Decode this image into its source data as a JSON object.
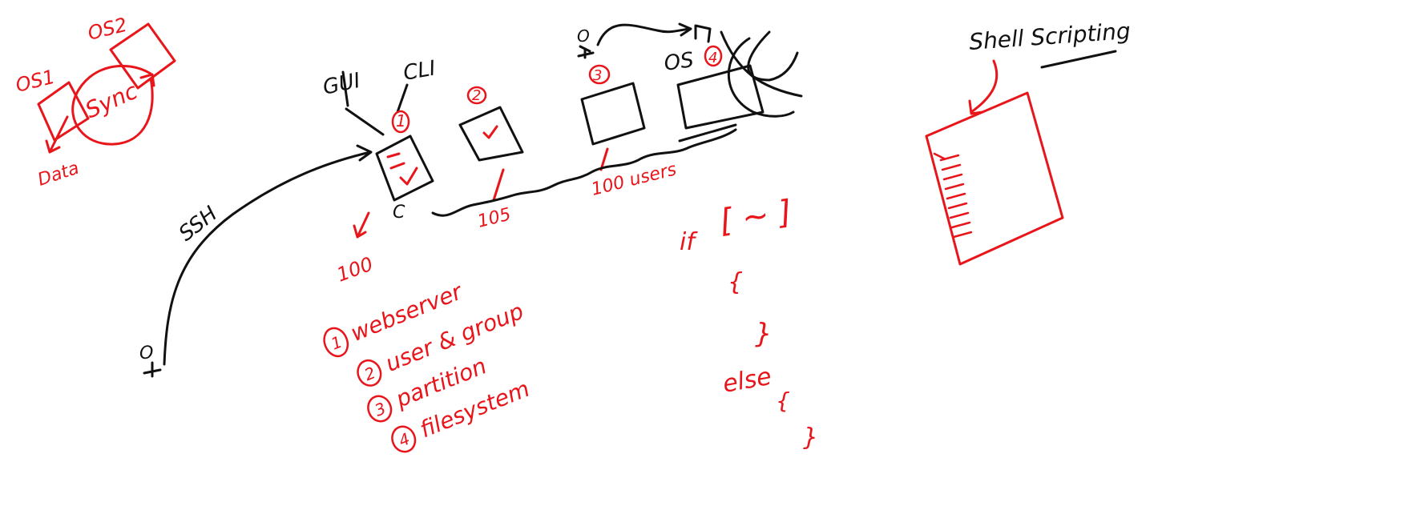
{
  "colors": {
    "black_ink": "#111111",
    "red_ink": "#e8161b",
    "background": "#ffffff"
  },
  "sync_diagram": {
    "os1_label": "OS1",
    "os2_label": "OS2",
    "sync_label": "Sync",
    "data_label": "Data"
  },
  "servers": {
    "gui_label": "GUI",
    "cli_label": "CLI",
    "ssh_label": "SSH",
    "operator_label": "O",
    "os_label": "OS",
    "marker_1": "1",
    "marker_2": "2",
    "marker_3": "3",
    "marker_4": "4",
    "server_c_label": "C",
    "count_100": "100",
    "count_105": "105",
    "count_100_users": "100 users"
  },
  "task_list": {
    "items": [
      {
        "num": "1",
        "text": "webserver"
      },
      {
        "num": "2",
        "text": "user & group"
      },
      {
        "num": "3",
        "text": "partition"
      },
      {
        "num": "4",
        "text": "filesystem"
      }
    ]
  },
  "conditional": {
    "if_keyword": "if",
    "if_condition": "[ ~ ]",
    "open_brace": "{",
    "close_brace": "}",
    "else_keyword": "else",
    "else_open_brace": "{",
    "else_close_brace": "}"
  },
  "shell_scripting": {
    "title": "Shell Scripting"
  }
}
